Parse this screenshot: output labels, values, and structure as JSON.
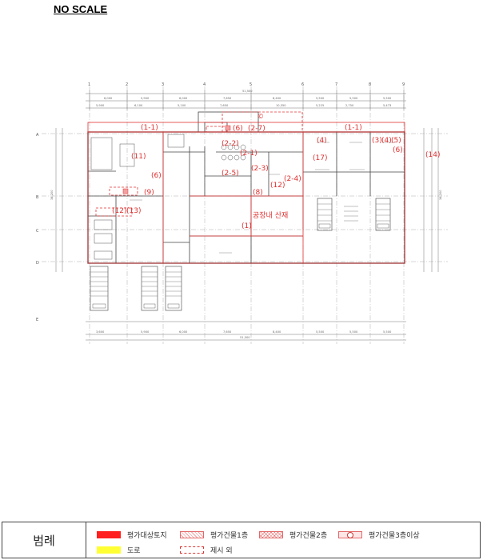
{
  "header": {
    "scale_note": "NO SCALE"
  },
  "axes": {
    "top": [
      "1",
      "2",
      "3",
      "4",
      "5",
      "6",
      "7",
      "8",
      "9"
    ],
    "left": [
      "A",
      "B",
      "C",
      "D",
      "E"
    ]
  },
  "dimensions": {
    "top_total": "51,500",
    "top_row1": [
      "6,000",
      "5,900",
      "6,000",
      "7,650",
      "8,400",
      "5,500",
      "5,500",
      "5,500"
    ],
    "top_row2": [
      "5,900",
      "6,100",
      "5,100",
      "7,650",
      "10,350",
      "5,225",
      "2,750",
      "5,473"
    ],
    "bottom_row1": [
      "3,600",
      "5,900",
      "6,000",
      "7,650",
      "8,400",
      "5,500",
      "5,500",
      "5,500"
    ],
    "bottom_total": "51,500",
    "left_total": "34,200",
    "right_total": "34,200"
  },
  "zone_labels": {
    "z1_1_left": "(1-1)",
    "z1_1_right": "(1-1)",
    "z6_top": "(6)",
    "z2_7": "(2-7)",
    "z2_2": "(2-2)",
    "z2_1": "(2-1)",
    "z2_3": "(2-3)",
    "z2_4": "(2-4)",
    "z2_5": "(2-5)",
    "z12_mid": "(12)",
    "z8": "(8)",
    "z4": "(4)",
    "z17": "(17)",
    "z3r": "(3)",
    "z4r": "(4)",
    "z5r": "(5)",
    "z6r": "(6)",
    "z14": "(14)",
    "z11": "(11)",
    "z6_left": "(6)",
    "z9": "(9)",
    "z12_left": "(12)",
    "z13": "(13)",
    "main_area": "공장내 산재",
    "main_area_num": "(1)",
    "circle_marker": "©"
  },
  "legend": {
    "title": "범례",
    "items": [
      {
        "label": "평가대상토지",
        "swatch": "red",
        "color": "#ff1f1f"
      },
      {
        "label": "평가건물1층",
        "swatch": "hatch",
        "color": "#f2a0a0"
      },
      {
        "label": "평가건물2층",
        "swatch": "cross",
        "color": "#f2a0a0"
      },
      {
        "label": "평가건물3층이상",
        "swatch": "ring",
        "color": "#fde6e6"
      },
      {
        "label": "도로",
        "swatch": "yellow",
        "color": "#ffff33"
      },
      {
        "label": "제시 외",
        "swatch": "dash",
        "color": "#dd3333"
      }
    ]
  }
}
